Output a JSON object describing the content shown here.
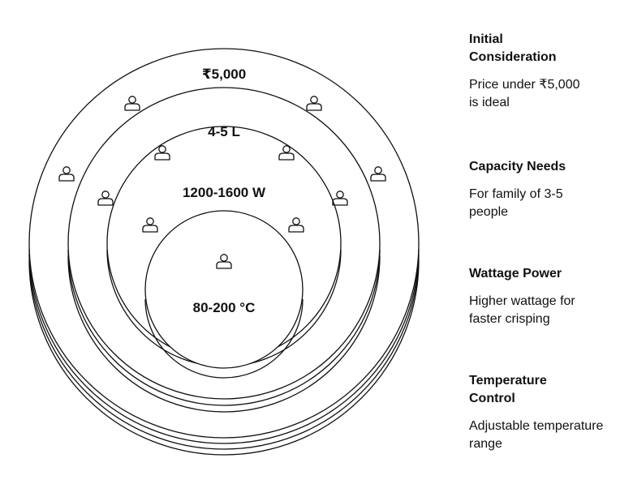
{
  "diagram": {
    "rings": [
      {
        "label": "₹5,000"
      },
      {
        "label": "4-5 L"
      },
      {
        "label": "1200-1600 W"
      },
      {
        "label": "80-200 °C"
      }
    ],
    "icon": "person-outline-icon",
    "stroke_color": "#111111"
  },
  "panel": {
    "items": [
      {
        "title": "Initial Consideration",
        "description": "Price under ₹5,000 is ideal"
      },
      {
        "title": "Capacity Needs",
        "description": "For family of 3-5 people"
      },
      {
        "title": "Wattage Power",
        "description": "Higher wattage for faster crisping"
      },
      {
        "title": "Temperature Control",
        "description": "Adjustable temperature range"
      }
    ]
  }
}
